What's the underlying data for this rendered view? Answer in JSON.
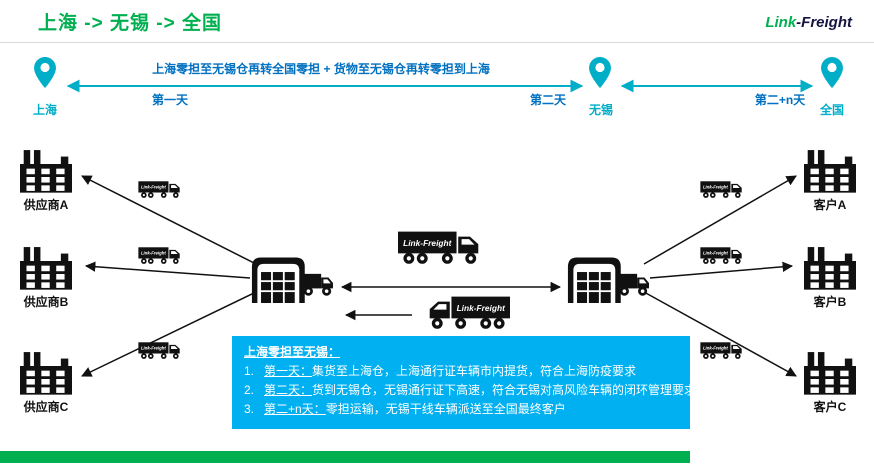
{
  "colors": {
    "green": "#00B050",
    "teal": "#00AEC8",
    "blue_text": "#0070C0",
    "box_blue": "#00B0F0",
    "black": "#111111"
  },
  "header": {
    "title": "上海 -> 无锡 -> 全国",
    "logo_link": "Link",
    "logo_freight": "-Freight"
  },
  "timeline": {
    "route_label": "上海零担至无锡仓再转全国零担 + 货物至无锡仓再转零担到上海",
    "day1": "第一天",
    "day2": "第二天",
    "day2n": "第二+n天",
    "pins": [
      {
        "label": "上海"
      },
      {
        "label": "无锡"
      },
      {
        "label": "全国"
      }
    ]
  },
  "suppliers": [
    {
      "label": "供应商A"
    },
    {
      "label": "供应商B"
    },
    {
      "label": "供应商C"
    }
  ],
  "customers": [
    {
      "label": "客户A"
    },
    {
      "label": "客户B"
    },
    {
      "label": "客户C"
    }
  ],
  "truck_brand": "Link-Freight",
  "info_box": {
    "heading": "上海零担至无锡：",
    "items": [
      {
        "num": "1.",
        "day": "第一天：",
        "text": "集货至上海仓，上海通行证车辆市内提货，符合上海防疫要求"
      },
      {
        "num": "2.",
        "day": "第二天：",
        "text": "货到无锡仓，无锡通行证下高速，符合无锡对高风险车辆的闭环管理要求"
      },
      {
        "num": "3.",
        "day": "第二+n天：",
        "text": "零担运输，无锡干线车辆派送至全国最终客户"
      }
    ]
  }
}
